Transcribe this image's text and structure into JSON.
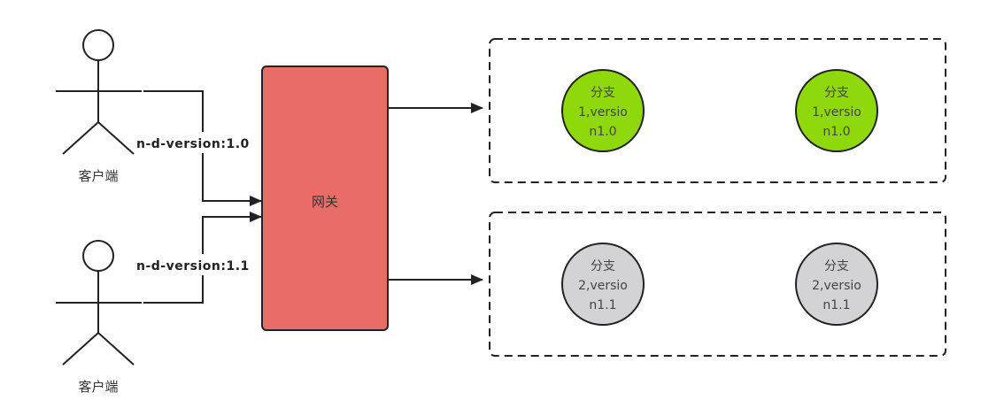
{
  "diagram": {
    "clients": [
      {
        "label": "客户端",
        "header": "n-d-version:1.0"
      },
      {
        "label": "客户端",
        "header": "n-d-version:1.1"
      }
    ],
    "gateway": {
      "label": "网关",
      "color": "#e96d66"
    },
    "groups": [
      {
        "nodes": [
          {
            "lines": [
              "分支",
              "1,versio",
              "n1.0"
            ]
          },
          {
            "lines": [
              "分支",
              "1,versio",
              "n1.0"
            ]
          }
        ],
        "color": "#8ed80b"
      },
      {
        "nodes": [
          {
            "lines": [
              "分支",
              "2,versio",
              "n1.1"
            ]
          },
          {
            "lines": [
              "分支",
              "2,versio",
              "n1.1"
            ]
          }
        ],
        "color": "#d3d3d5"
      }
    ]
  }
}
